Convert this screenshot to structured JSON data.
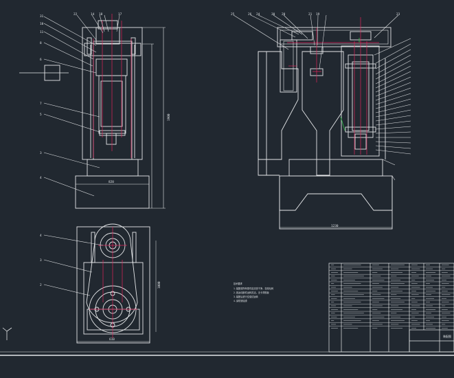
{
  "drawing": {
    "colors": {
      "background": "#212830",
      "line": "#e6e8ea",
      "centerline": "#e0245a",
      "hidden_line": "#d63a8a",
      "accent": "#2fb84a",
      "text": "#dfe3e6"
    },
    "front_view_callouts": [
      "31",
      "22",
      "14",
      "18",
      "17",
      "10",
      "11",
      "8",
      "6",
      "7",
      "5",
      "3",
      "4"
    ],
    "side_view_callouts": [
      "25",
      "26",
      "24",
      "30",
      "20",
      "21",
      "19",
      "23"
    ],
    "plan_view_callouts": [
      "4",
      "3",
      "2"
    ],
    "dimensions": {
      "overall_height": "1900",
      "front_width": "820",
      "side_width": "1230",
      "plan_width": "610",
      "plan_depth": "1000"
    },
    "notes_title": "技术要求",
    "notes_lines": [
      "1.装配前所有零件应清洗干净，去除毛刺",
      "2.各运动部件运转灵活，无卡滞现象",
      "3.装配后进行空载试运转",
      "4.涂防锈油漆"
    ],
    "title_block": {
      "rows": 18,
      "label": "装配图"
    }
  }
}
